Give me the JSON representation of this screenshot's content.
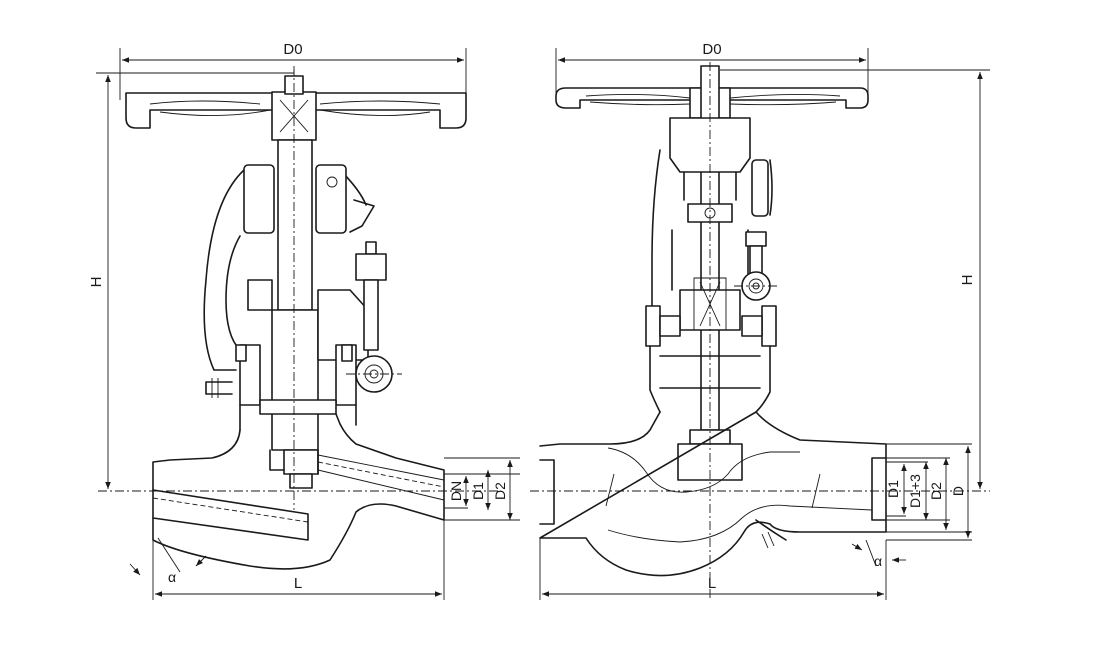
{
  "left_view": {
    "labels": {
      "d0": "D0",
      "h": "H",
      "dn": "DN",
      "d1": "D1",
      "d2": "D2",
      "l": "L",
      "alpha": "α"
    }
  },
  "right_view": {
    "labels": {
      "d0": "D0",
      "h": "H",
      "d1": "D1",
      "d1_plus_3": "D1+3",
      "d2": "D2",
      "d": "D",
      "l": "L",
      "alpha": "α"
    }
  }
}
